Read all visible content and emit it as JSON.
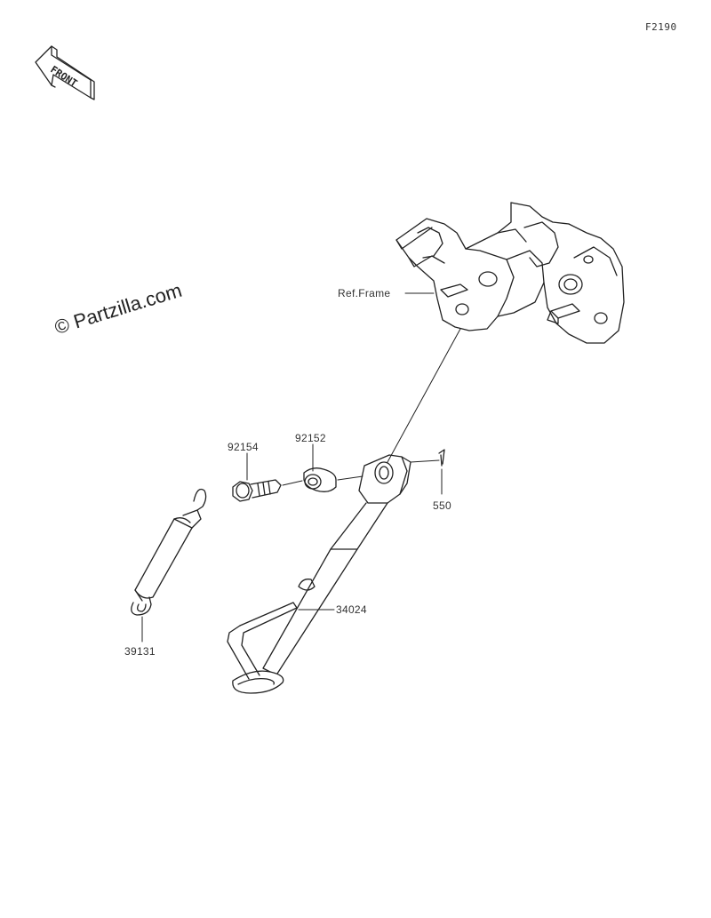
{
  "figure_code": "F2190",
  "front_label": "FRONT",
  "watermark": "© Partzilla.com",
  "callouts": {
    "ref_frame": "Ref.Frame",
    "p92154": "92154",
    "p92152": "92152",
    "p550": "550",
    "p34024": "34024",
    "p39131": "39131"
  }
}
